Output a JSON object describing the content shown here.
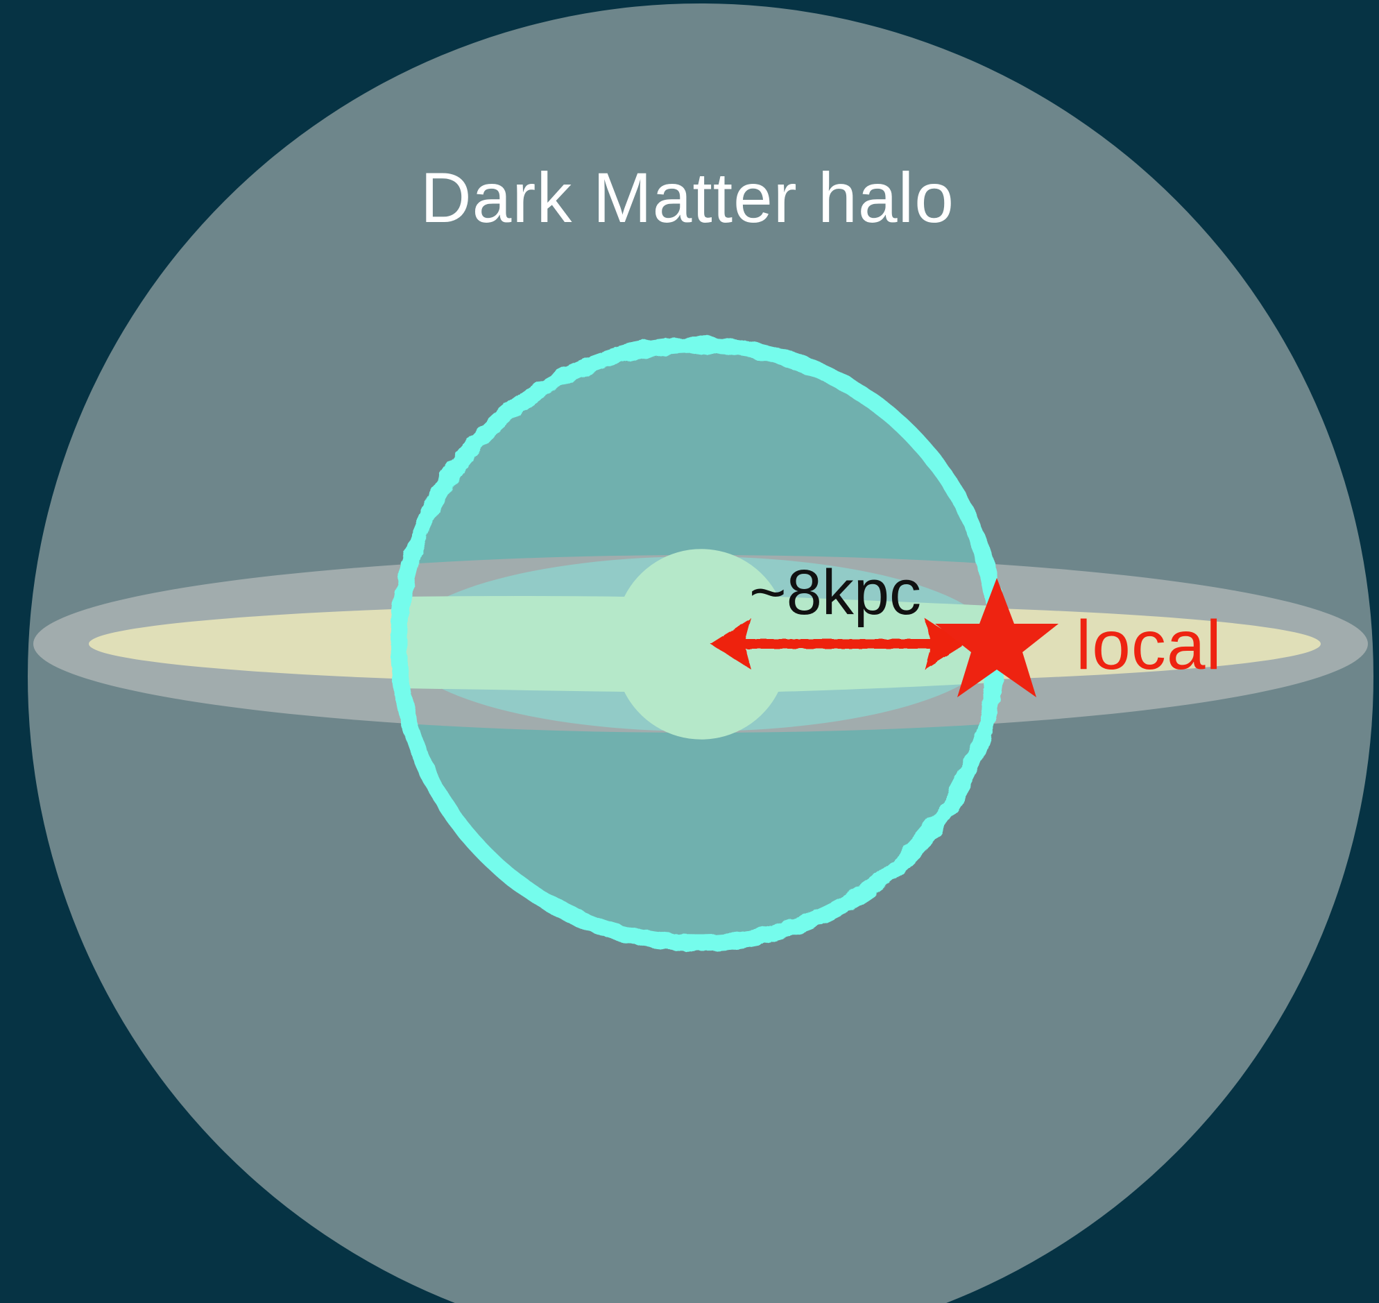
{
  "labels": {
    "halo": "Dark Matter halo",
    "distance": "~8kpc",
    "local": "local"
  },
  "colors": {
    "background": "#063344",
    "halo": "#6e868b",
    "bulge_region": "#70b0ae",
    "ring": "#74fcec",
    "outer_disk": "#a1acad",
    "thin_disk": "#e0dfb8",
    "inner_band": "#92cbc7",
    "core": "#b5e8c9",
    "marker": "#ee2311",
    "title_text": "#ffffff",
    "distance_text": "#111111",
    "local_text": "#ee2311"
  }
}
